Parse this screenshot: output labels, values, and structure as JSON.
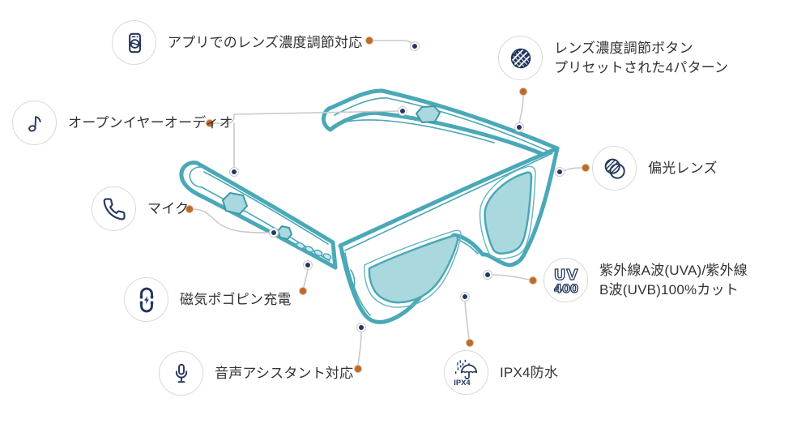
{
  "page": {
    "background": "#FFFFFF",
    "description": "Smart audio sunglasses feature callout diagram"
  },
  "colors": {
    "frame_teal": "#4AA8B7",
    "lens_fill": "#A9D8DE",
    "icon_navy": "#24375E",
    "leader_gray": "#C9C9C9",
    "callout_orange": "#BC6B2E",
    "label_text": "#333333",
    "circle_border": "#D9D9D9"
  },
  "features": [
    {
      "id": "app-dimming",
      "label": "アプリでのレンズ濃度調節対応",
      "icon": "smartphone-adjust-icon"
    },
    {
      "id": "dimming-button",
      "label": "レンズ濃度調節ボタン\nプリセットされた4パターン",
      "icon": "lens-density-icon"
    },
    {
      "id": "open-ear-audio",
      "label": "オープンイヤーオーディオ",
      "icon": "music-note-icon"
    },
    {
      "id": "microphone",
      "label": "マイク",
      "icon": "phone-handset-icon"
    },
    {
      "id": "pogo-charging",
      "label": "磁気ポゴピン充電",
      "icon": "magnet-charging-icon"
    },
    {
      "id": "voice-assistant",
      "label": "音声アシスタント対応",
      "icon": "microphone-icon"
    },
    {
      "id": "ipx4",
      "label": "IPX4防水",
      "icon": "umbrella-rain-icon",
      "icon_text": "IPX4"
    },
    {
      "id": "polarized",
      "label": "偏光レンズ",
      "icon": "polarized-lens-icon"
    },
    {
      "id": "uv400",
      "label": "紫外線A波(UVA)/紫外線\nB波(UVB)100%カット",
      "icon": "uv400-icon",
      "icon_text_line1": "UV",
      "icon_text_line2": "400"
    }
  ]
}
